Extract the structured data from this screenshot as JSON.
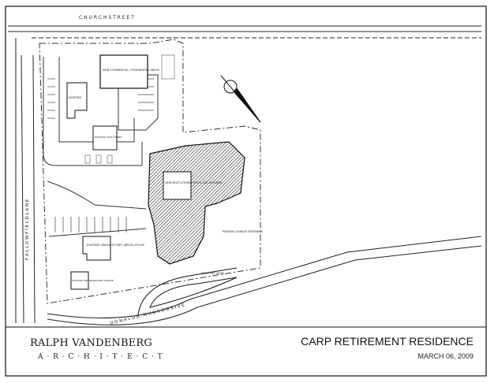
{
  "street_labels": {
    "church_street": "C H U R C H  S T R E E T",
    "fallowfield_lane": "F A L L O W F I E L D  L A N E",
    "donald_b_munro_drive": "D O N A L D  B .  M U N R O  D R I V E"
  },
  "annotations": {
    "new_commercial": "NEW COMMERCIAL / RESIDENTIAL ABOVE",
    "existing_church": "EXISTING",
    "new_multi_storey": "NEW MULTI-STOREY MULTI-USE BUILDING",
    "existing_single_storey": "EXISTING SINGLE STOREY (BRICK) HOUSE",
    "existing_underground": "EXISTING UNDERGROUND GARAGE",
    "existing_storage": "EXISTING TWO STOREY",
    "drop_off": "DROP OFF ZONE",
    "parking_garage": "PARKING GARAGE ENTRANCE"
  },
  "title_block": {
    "firm_name": "RALPH VANDENBERG",
    "firm_tag": "A · R · C · H · I · T · E · C · T",
    "project_title": "CARP RETIREMENT RESIDENCE",
    "date": "MARCH 06, 2009"
  }
}
